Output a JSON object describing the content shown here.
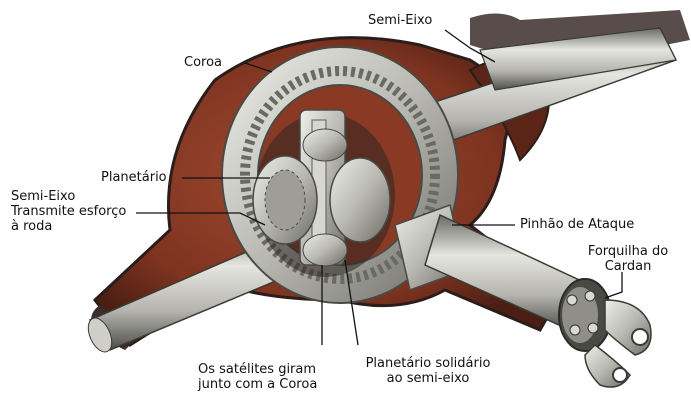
{
  "labels": {
    "semi_eixo_top": "Semi-Eixo",
    "coroa": "Coroa",
    "planetario": "Planetário",
    "semi_eixo_left_line1": "Semi-Eixo",
    "semi_eixo_left_line2": "Transmite esforço",
    "semi_eixo_left_line3": "à roda",
    "pinhao": "Pinhão de Ataque",
    "forquilha_line1": "Forquilha do",
    "forquilha_line2": "Cardan",
    "satelites_line1": "Os satélites giram",
    "satelites_line2": "junto com a Coroa",
    "planetario_solidario_line1": "Planetário solidário",
    "planetario_solidario_line2": "ao semi-eixo"
  },
  "colors": {
    "housing_red": "#8a3a24",
    "housing_dark": "#2f2422",
    "metal_light": "#d9d9d3",
    "metal_mid": "#a7a7a0",
    "metal_dark": "#5e5e58",
    "leader": "#111111"
  }
}
